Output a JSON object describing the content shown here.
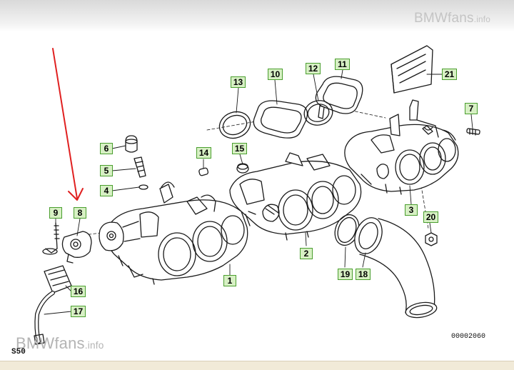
{
  "watermark": {
    "top_brand": "BMWfans",
    "top_domain": ".info",
    "bottom_brand": "BMWfans",
    "bottom_domain": ".info"
  },
  "model_code": "S50",
  "part_number": "00002060",
  "colors": {
    "callout_fill": "#d7f0c4",
    "callout_border": "#4a9e2e",
    "arrow": "#e02020",
    "line": "#1a1a1a"
  },
  "callouts": [
    {
      "label": "1"
    },
    {
      "label": "2"
    },
    {
      "label": "3"
    },
    {
      "label": "4"
    },
    {
      "label": "5"
    },
    {
      "label": "6"
    },
    {
      "label": "7"
    },
    {
      "label": "8"
    },
    {
      "label": "9"
    },
    {
      "label": "10"
    },
    {
      "label": "11"
    },
    {
      "label": "12"
    },
    {
      "label": "13"
    },
    {
      "label": "14"
    },
    {
      "label": "15"
    },
    {
      "label": "16"
    },
    {
      "label": "17"
    },
    {
      "label": "18"
    },
    {
      "label": "19"
    },
    {
      "label": "20"
    },
    {
      "label": "21"
    }
  ]
}
